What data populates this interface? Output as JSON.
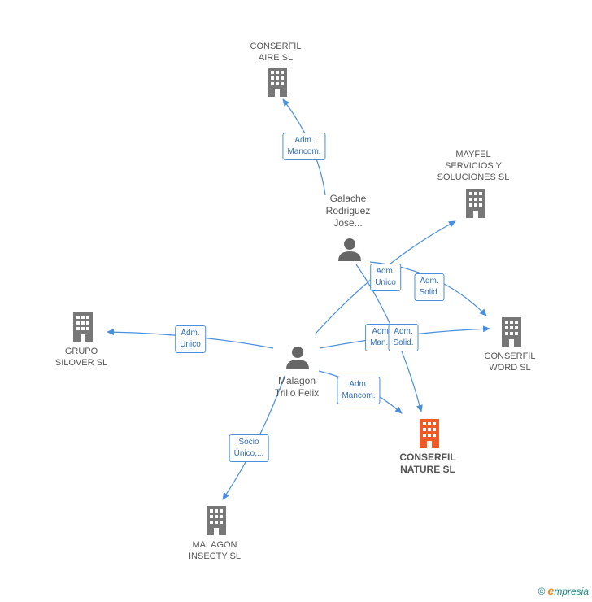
{
  "nodes": {
    "conserfil_aire": {
      "label": "CONSERFIL\nAIRE SL",
      "kind": "company"
    },
    "mayfel": {
      "label": "MAYFEL\nSERVICIOS Y\nSOLUCIONES SL",
      "kind": "company"
    },
    "galache": {
      "label": "Galache\nRodriguez\nJose...",
      "kind": "person"
    },
    "grupo_silover": {
      "label": "GRUPO\nSILOVER SL",
      "kind": "company"
    },
    "conserfil_word": {
      "label": "CONSERFIL\nWORD SL",
      "kind": "company"
    },
    "malagon_felix": {
      "label": "Malagon\nTrillo Felix",
      "kind": "person"
    },
    "conserfil_nature": {
      "label": "CONSERFIL\nNATURE SL",
      "kind": "company-focus"
    },
    "malagon_insecty": {
      "label": "MALAGON\nINSECTY SL",
      "kind": "company"
    }
  },
  "edges": [
    {
      "label": "Adm.\nMancom."
    },
    {
      "label": "Adm.\nUnico"
    },
    {
      "label": "Adm.\nSolid."
    },
    {
      "label": "Adm.\nUnico"
    },
    {
      "label": "Adm.\nMan..."
    },
    {
      "label": "Adm.\nSolid."
    },
    {
      "label": "Adm.\nMancom."
    },
    {
      "label": "Socio\nÚnico,..."
    }
  ],
  "colors": {
    "edge": "#4a8fdc",
    "company": "#777777",
    "focus": "#f05a28",
    "person": "#666666"
  },
  "brand": {
    "symbol": "©",
    "e": "e",
    "rest": "mpresia"
  }
}
